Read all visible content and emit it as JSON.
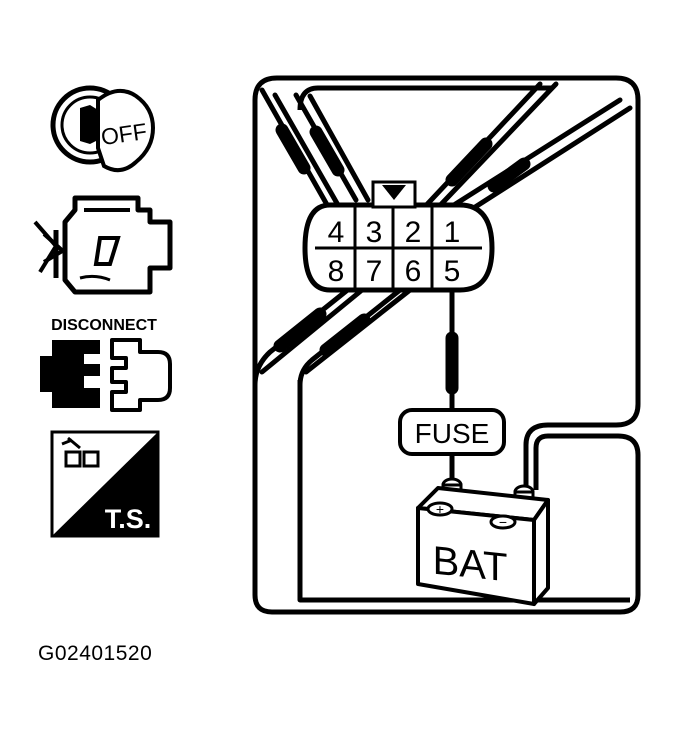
{
  "icons": {
    "ignition": {
      "name": "ignition-key-icon",
      "label": "OFF"
    },
    "engine": {
      "name": "engine-icon"
    },
    "disconnect": {
      "name": "disconnect-connector-icon",
      "label": "DISCONNECT"
    },
    "test_spec": {
      "name": "test-spec-icon",
      "label": "T.S."
    }
  },
  "connector": {
    "top_row": [
      "4",
      "3",
      "2",
      "1"
    ],
    "bottom_row": [
      "8",
      "7",
      "6",
      "5"
    ]
  },
  "fuse_label": "FUSE",
  "battery": {
    "label": "BAT",
    "positive": "+",
    "negative": "−"
  },
  "figure_id": "G02401520"
}
